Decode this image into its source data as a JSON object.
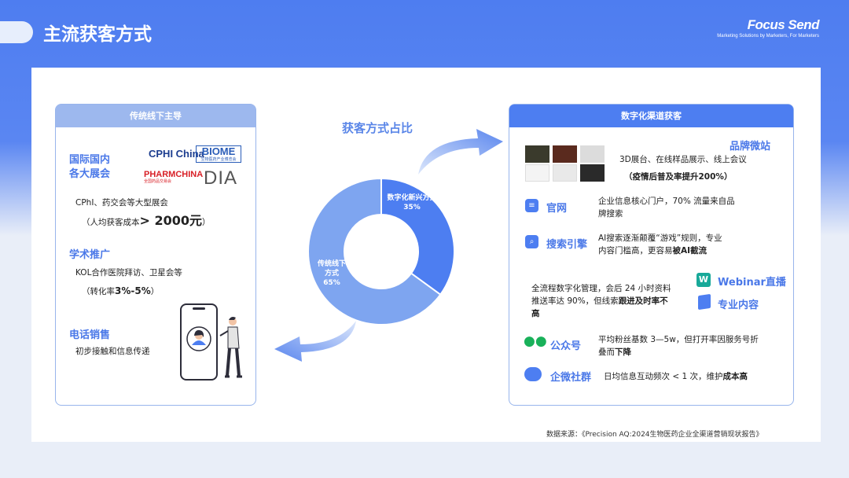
{
  "header": {
    "title": "主流获客方式",
    "brand_logo": "Focus Send",
    "brand_tagline": "Marketing Solutions by Marketers, For Marketers"
  },
  "chart_title": "获客方式占比",
  "chart_data": {
    "type": "pie",
    "categories": [
      "数字化新兴方式",
      "传统线下方式"
    ],
    "values": [
      35,
      65
    ],
    "colors": [
      "#4d7ef1",
      "#7ea5f0"
    ],
    "title": "获客方式占比"
  },
  "labels": {
    "slice_digital": "数字化新兴方式 35%",
    "slice_traditional": "传统线下方式 65%"
  },
  "left": {
    "header": "传统线下主导",
    "exhibitions": {
      "title_line1": "国际国内",
      "title_line2": "各大展会",
      "logos": [
        "CPHI China",
        "BIOME",
        "生物医药产业博览会",
        "PHARMCHINA",
        "全国药品交易会",
        "DIA"
      ],
      "desc": "CPhI、药交会等大型展会",
      "cost_prefix": "（人均获客成本",
      "cost_value": "> 2000元",
      "cost_suffix": "）"
    },
    "academic": {
      "title": "学术推广",
      "desc": "KOL合作医院拜访、卫星会等",
      "rate_prefix": "（转化率",
      "rate_value": "3%-5%",
      "rate_suffix": "）"
    },
    "phone": {
      "title": "电话销售",
      "desc": "初步接触和信息传递"
    }
  },
  "right": {
    "header": "数字化渠道获客",
    "brand_site": {
      "title": "品牌微站",
      "desc": "3D展台、在线样品展示、线上会议",
      "note": "（疫情后普及率提升200%）"
    },
    "website": {
      "title": "官网",
      "desc_line1": "企业信息核心门户，70% 流量来自品",
      "desc_line2": "牌搜索"
    },
    "search": {
      "title": "搜索引擎",
      "desc_line1": "AI搜索逐渐颠覆“游戏”规则，专业",
      "desc_line2_a": "内容门槛高，更容易",
      "desc_line2_b": "被AI截流"
    },
    "webinar": {
      "title": "Webinar直播",
      "title2": "专业内容",
      "desc_line1": "全流程数字化管理，会后 24 小时资料",
      "desc_line2_a": "推送率达 90%，但线索",
      "desc_line2_b": "跟进及时率不",
      "desc_line3": "高"
    },
    "official_account": {
      "title": "公众号",
      "desc_line1": "平均粉丝基数 3—5w，但打开率因服务号折",
      "desc_line2_a": "叠而",
      "desc_line2_b": "下降"
    },
    "wecom": {
      "title": "企微社群",
      "desc_a": "日均信息互动频次 < 1 次，维护",
      "desc_b": "成本高"
    }
  },
  "source": "数据来源：《Precision AQ:2024生物医药企业全渠道营销现状报告》"
}
